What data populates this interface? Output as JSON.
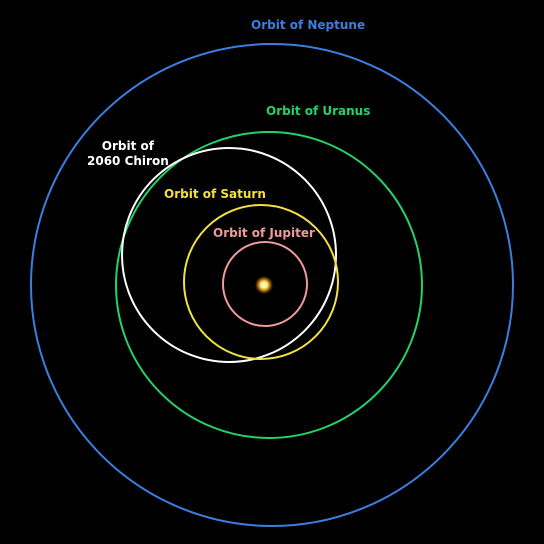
{
  "labels": {
    "neptune": "Orbit of Neptune",
    "uranus": "Orbit of Uranus",
    "chiron_line1": "Orbit of",
    "chiron_line2": "2060 Chiron",
    "saturn": "Orbit of Saturn",
    "jupiter": "Orbit of Jupiter"
  },
  "colors": {
    "background": "#000000",
    "neptune": "#3a7fe0",
    "uranus": "#22d468",
    "chiron": "#ffffff",
    "saturn": "#f0e040",
    "jupiter": "#f09a9a",
    "sun_core": "#fff2b0",
    "sun_glow": "#ff9a10"
  }
}
